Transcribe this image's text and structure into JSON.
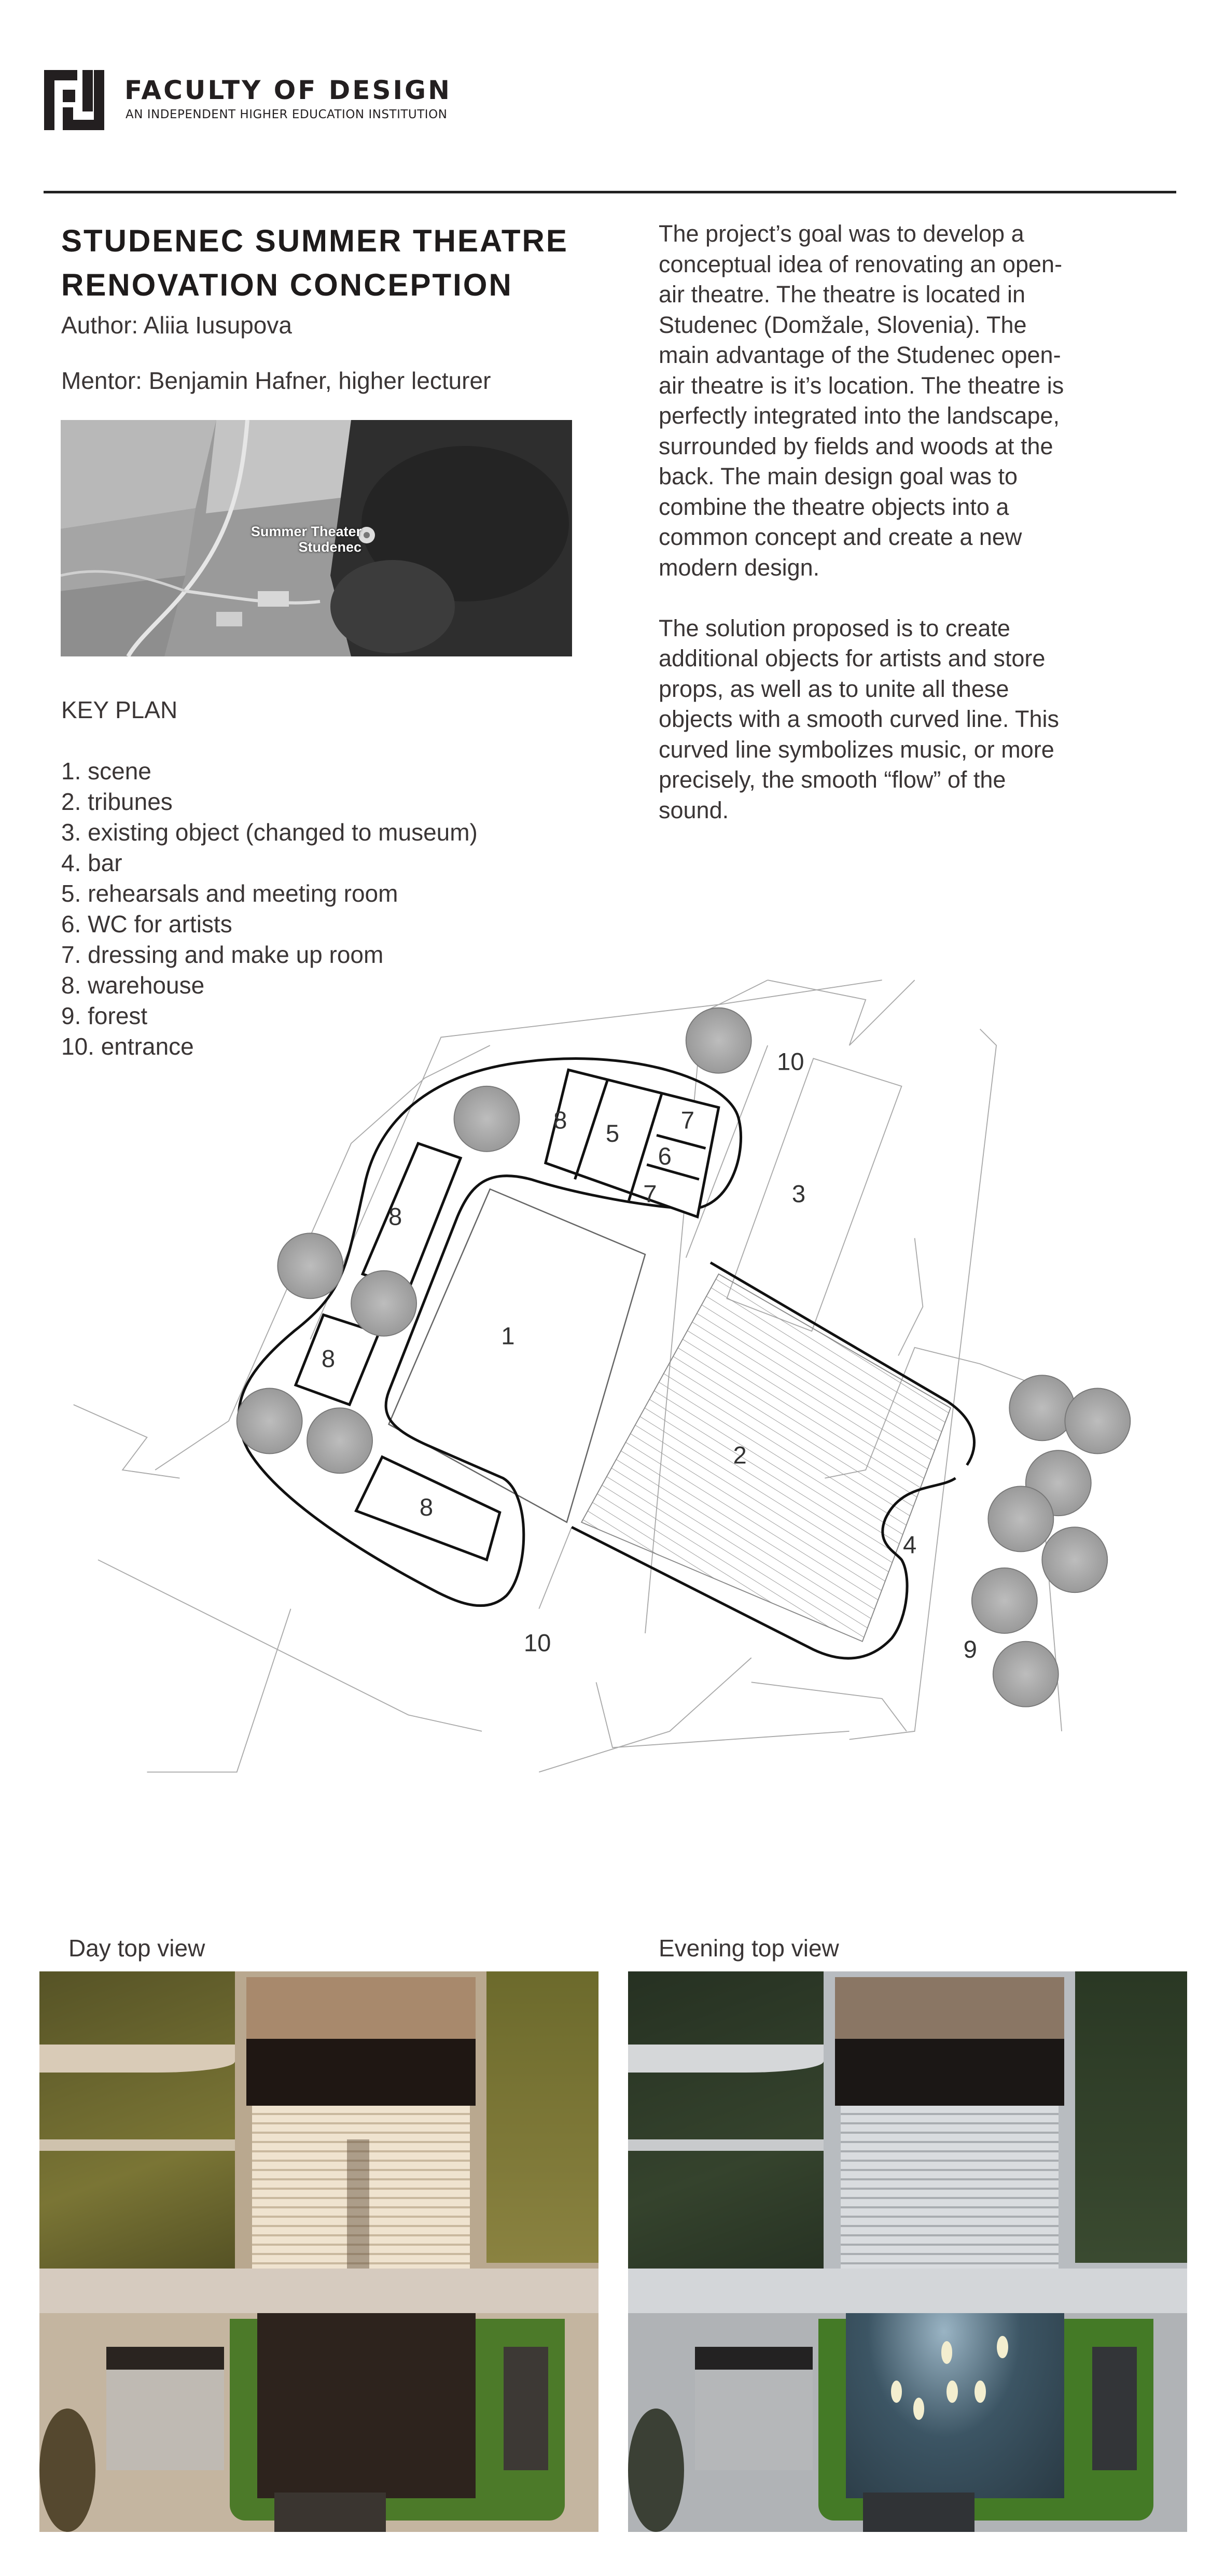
{
  "header": {
    "brand_name": "FACULTY OF DESIGN",
    "brand_subtitle": "AN INDEPENDENT HIGHER EDUCATION INSTITUTION"
  },
  "project": {
    "title_line1": "STUDENEC SUMMER THEATRE",
    "title_line2": "RENOVATION CONCEPTION",
    "author": "Author: Aliia Iusupova",
    "mentor": "Mentor: Benjamin Hafner, higher lecturer"
  },
  "location_map": {
    "place_label_line1": "Summer Theater",
    "place_label_line2": "Studenec"
  },
  "key_plan": {
    "heading": "KEY PLAN",
    "items": [
      "1. scene",
      "2. tribunes",
      "3. existing object (changed to museum)",
      "4. bar",
      "5. rehearsals and meeting room",
      "6. WC for artists",
      "7. dressing and make up room",
      "8. warehouse",
      "9. forest",
      "10. entrance"
    ]
  },
  "description": {
    "paragraph1": [
      "The project’s goal was to develop a",
      "conceptual idea of renovating an open-",
      "air theatre. The theatre is located in",
      "Studenec (Domžale, Slovenia). The",
      "main advantage of the Studenec open-",
      "air theatre is it’s location. The theatre is",
      "perfectly integrated into the landscape,",
      "surrounded by fields and woods at the",
      "back. The main design goal was to",
      "combine the theatre objects into a",
      "common concept and create a new",
      "modern design."
    ],
    "paragraph2": [
      "The solution proposed is to create",
      "additional objects for artists and store",
      "props, as well as to unite all these",
      "objects with a smooth curved line. This",
      "curved line symbolizes music, or more",
      "precisely, the smooth “flow” of the",
      "sound."
    ]
  },
  "site_plan": {
    "labels": [
      "1",
      "2",
      "3",
      "4",
      "5",
      "6",
      "7",
      "7",
      "8",
      "8",
      "8",
      "8",
      "9",
      "10",
      "10"
    ]
  },
  "views": {
    "day_caption": "Day top view",
    "evening_caption": "Evening top view"
  },
  "colors": {
    "text": "#3a3535",
    "title": "#1e1b1b",
    "rule": "#222222",
    "day_grass": "#6b6a2e",
    "evening_grass": "#2f3b27"
  }
}
